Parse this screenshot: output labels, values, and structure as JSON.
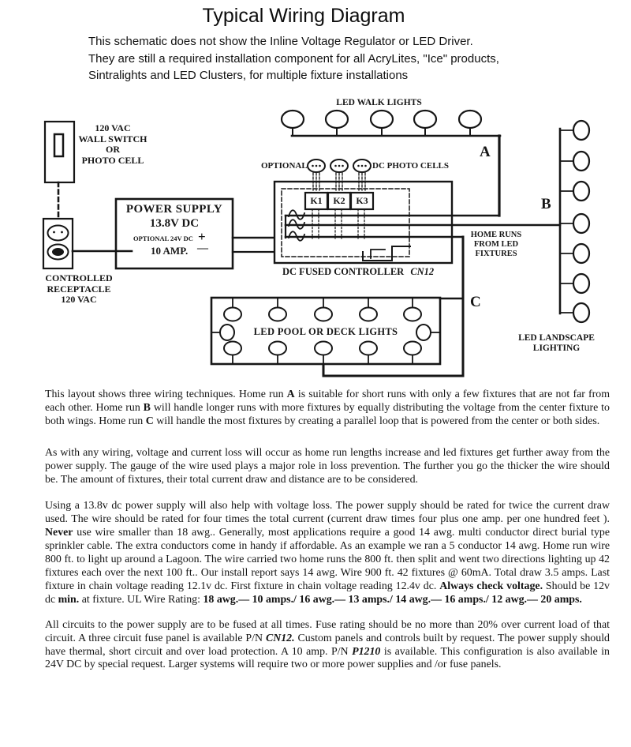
{
  "colors": {
    "ink": "#161616",
    "paper": "#ffffff"
  },
  "header": {
    "title": "Typical Wiring Diagram",
    "subtitle_lines": [
      "This schematic does not show the Inline Voltage Regulator or LED Driver.",
      "They are still a required installation component for all AcryLites, \"Ice\" products,",
      "Sintralights and LED Clusters, for multiple fixture installations"
    ]
  },
  "diagram": {
    "wall_switch_lines": [
      "120 VAC",
      "WALL SWITCH",
      "OR",
      "PHOTO CELL"
    ],
    "receptacle_lines": [
      "CONTROLLED",
      "RECEPTACLE",
      "120 VAC"
    ],
    "power_supply": {
      "name": "POWER SUPPLY",
      "voltage": "13.8V  DC",
      "optional": "OPTIONAL 24V DC",
      "plus": "+",
      "amperage": "10 AMP.",
      "minus": "—"
    },
    "walk_lights_label": "LED WALK LIGHTS",
    "optional_label": "OPTIONAL",
    "photocells_label": "DC PHOTO CELLS",
    "relays": [
      "K1",
      "K2",
      "K3"
    ],
    "controller_label": "DC FUSED CONTROLLER",
    "controller_pn": "CN12",
    "run_labels": {
      "a": "A",
      "b": "B",
      "c": "C"
    },
    "home_runs_lines": [
      "HOME RUNS",
      "FROM LED",
      "FIXTURES"
    ],
    "landscape_lines": [
      "LED LANDSCAPE",
      "LIGHTING"
    ],
    "pool_label": "LED POOL OR DECK LIGHTS"
  },
  "paragraphs": [
    {
      "segments": [
        {
          "t": "This layout shows three wiring techniques. Home run "
        },
        {
          "t": "A",
          "b": true
        },
        {
          "t": " is suitable for short runs with only a few fixtures that are not far from each other. Home run "
        },
        {
          "t": "B",
          "b": true
        },
        {
          "t": " will handle longer runs with more fixtures by equally distributing the voltage from the center fixture to both wings. Home run "
        },
        {
          "t": "C",
          "b": true
        },
        {
          "t": " will handle the most fixtures by creating a parallel loop that is powered from the center or both sides."
        }
      ]
    },
    {
      "segments": [
        {
          "t": "As with any wiring, voltage and current loss will occur as home run lengths increase and led fixtures get further away from the power supply. The gauge of  the wire used plays a major role in loss prevention. The further you go the thicker the wire should be. The amount of fixtures, their total current draw and distance are to be considered."
        }
      ]
    },
    {
      "segments": [
        {
          "t": "Using a 13.8v dc power supply will also help with voltage loss. The power supply should be rated for twice the current draw used. The wire should be rated for four times the total current (current draw times four plus one amp. per one hundred feet ). "
        },
        {
          "t": "Never",
          "b": true
        },
        {
          "t": " use wire smaller than 18 awg.. Generally, most applications require a good 14 awg. multi conductor direct burial type sprinkler cable. The extra conductors come in handy if affordable. As an example we ran a 5 conductor 14 awg. Home run wire 800 ft. to light up around a Lagoon. The wire carried two home runs the 800 ft. then split and went two directions lighting up 42 fixtures each over the next 100 ft.. Our install report says 14 awg. Wire 900 ft. 42 fixtures @ 60mA. Total draw 3.5 amps. Last fixture in chain voltage reading 12.1v dc. First fixture in chain voltage reading 12.4v dc. "
        },
        {
          "t": "Always check voltage.",
          "b": true
        },
        {
          "t": " Should be 12v dc "
        },
        {
          "t": "min.",
          "b": true
        },
        {
          "t": " at fixture. UL Wire Rating: "
        },
        {
          "t": "18 awg.— 10 amps./ 16 awg.— 13 amps./ 14 awg.— 16 amps./ 12 awg.— 20 amps.",
          "b": true
        }
      ]
    },
    {
      "segments": [
        {
          "t": "All circuits to the power supply are to be fused at all times. Fuse rating should be no more than 20% over current load of that circuit. A three circuit fuse panel is available P/N "
        },
        {
          "t": "CN12.",
          "b": true,
          "i": true
        },
        {
          "t": " Custom panels and controls built by request. The power supply should have thermal, short circuit and over load protection. A 10 amp. P/N "
        },
        {
          "t": "P1210",
          "b": true,
          "i": true
        },
        {
          "t": " is available. This configuration is also available in 24V DC by special request. Larger systems will require two or more power supplies and /or fuse panels."
        }
      ]
    }
  ]
}
